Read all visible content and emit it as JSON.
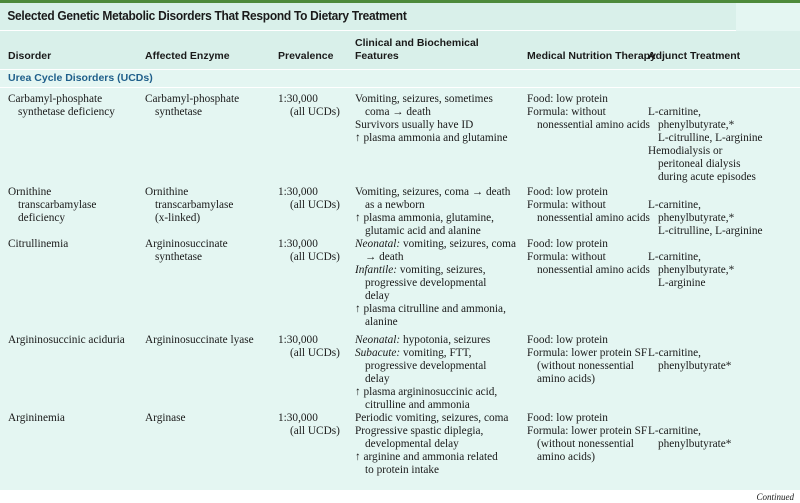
{
  "title": "Selected Genetic Metabolic Disorders That Respond To Dietary Treatment",
  "columns": [
    "Disorder",
    "Affected Enzyme",
    "Prevalence",
    "Clinical and Biochemical",
    "Features",
    "Medical Nutrition Therapy",
    "Adjunct Treatment"
  ],
  "group": "Urea Cycle Disorders (UCDs)",
  "rows": [
    {
      "disorder": [
        {
          "lines": [
            "Carbamyl-phosphate",
            "synthetase deficiency"
          ]
        }
      ],
      "enzyme": [
        {
          "lines": [
            "Carbamyl-phosphate",
            "synthetase"
          ]
        }
      ],
      "prevalence": [
        {
          "lines": [
            "1:30,000",
            "(all UCDs)"
          ]
        }
      ],
      "clinical": [
        {
          "lines": [
            "Vomiting, seizures, sometimes",
            "coma → death"
          ]
        },
        {
          "lines": [
            "Survivors usually have ID"
          ]
        },
        {
          "lines": [
            "↑ plasma ammonia and glutamine"
          ]
        }
      ],
      "mnt": [
        {
          "lines": [
            "Food: low protein"
          ]
        },
        {
          "lines": [
            "Formula: without",
            "nonessential amino acids"
          ]
        }
      ],
      "adjunct": [
        {
          "lines": [
            "L-carnitine,",
            "phenylbutyrate,*",
            "L-citrulline, L-arginine"
          ]
        },
        {
          "lines": [
            "Hemodialysis or",
            "peritoneal dialysis",
            "during acute episodes"
          ]
        }
      ]
    },
    {
      "disorder": [
        {
          "lines": [
            "Ornithine",
            "transcarbamylase",
            "deficiency"
          ]
        }
      ],
      "enzyme": [
        {
          "lines": [
            "Ornithine",
            "transcarbamylase",
            "(x-linked)"
          ]
        }
      ],
      "prevalence": [
        {
          "lines": [
            "1:30,000",
            "(all UCDs)"
          ]
        }
      ],
      "clinical": [
        {
          "lines": [
            "Vomiting, seizures, coma → death",
            "as a newborn"
          ]
        },
        {
          "lines": [
            "↑ plasma ammonia, glutamine,",
            "glutamic acid and alanine"
          ]
        }
      ],
      "mnt": [
        {
          "lines": [
            "Food: low protein"
          ]
        },
        {
          "lines": [
            "Formula: without",
            "nonessential amino acids"
          ]
        }
      ],
      "adjunct": [
        {
          "lines": [
            "L-carnitine,",
            "phenylbutyrate,*",
            "L-citrulline, L-arginine"
          ]
        }
      ]
    },
    {
      "disorder": [
        {
          "lines": [
            "Citrullinemia"
          ]
        }
      ],
      "enzyme": [
        {
          "lines": [
            "Argininosuccinate",
            "synthetase"
          ]
        }
      ],
      "prevalence": [
        {
          "lines": [
            "1:30,000",
            "(all UCDs)"
          ]
        }
      ],
      "clinical": [
        {
          "em": "Neonatal:",
          "lines": [
            " vomiting, seizures, coma",
            "→ death"
          ]
        },
        {
          "em": "Infantile:",
          "lines": [
            " vomiting, seizures,",
            "progressive developmental",
            "delay"
          ]
        },
        {
          "lines": [
            "↑ plasma citrulline and ammonia,",
            "alanine"
          ]
        }
      ],
      "mnt": [
        {
          "lines": [
            "Food: low protein"
          ]
        },
        {
          "lines": [
            "Formula: without",
            "nonessential amino acids"
          ]
        }
      ],
      "adjunct": [
        {
          "lines": [
            "L-carnitine,",
            "phenylbutyrate,*",
            "L-arginine"
          ]
        }
      ]
    },
    {
      "disorder": [
        {
          "lines": [
            "Argininosuccinic aciduria"
          ]
        }
      ],
      "enzyme": [
        {
          "lines": [
            "Argininosuccinate lyase"
          ]
        }
      ],
      "prevalence": [
        {
          "lines": [
            "1:30,000",
            "(all UCDs)"
          ]
        }
      ],
      "clinical": [
        {
          "em": "Neonatal:",
          "lines": [
            " hypotonia, seizures"
          ]
        },
        {
          "em": "Subacute:",
          "lines": [
            " vomiting, FTT,",
            "progressive developmental",
            "delay"
          ]
        },
        {
          "lines": [
            "↑ plasma argininosuccinic acid,",
            "citrulline and ammonia"
          ]
        }
      ],
      "mnt": [
        {
          "lines": [
            "Food: low protein"
          ]
        },
        {
          "lines": [
            "Formula: lower protein SF",
            "(without nonessential",
            "amino acids)"
          ]
        }
      ],
      "adjunct": [
        {
          "lines": [
            "L-carnitine,",
            "phenylbutyrate*"
          ]
        }
      ]
    },
    {
      "disorder": [
        {
          "lines": [
            "Argininemia"
          ]
        }
      ],
      "enzyme": [
        {
          "lines": [
            "Arginase"
          ]
        }
      ],
      "prevalence": [
        {
          "lines": [
            "1:30,000",
            "(all UCDs)"
          ]
        }
      ],
      "clinical": [
        {
          "lines": [
            "Periodic vomiting, seizures, coma"
          ]
        },
        {
          "lines": [
            "Progressive spastic diplegia,",
            "developmental delay"
          ]
        },
        {
          "lines": [
            "↑ arginine and ammonia related",
            "to protein intake"
          ]
        }
      ],
      "mnt": [
        {
          "lines": [
            "Food: low protein"
          ]
        },
        {
          "lines": [
            "Formula: lower protein SF",
            "(without nonessential",
            "amino acids)"
          ]
        }
      ],
      "adjunct": [
        {
          "lines": [
            "L-carnitine,",
            "phenylbutyrate*"
          ]
        }
      ]
    }
  ],
  "footer": "Continued"
}
